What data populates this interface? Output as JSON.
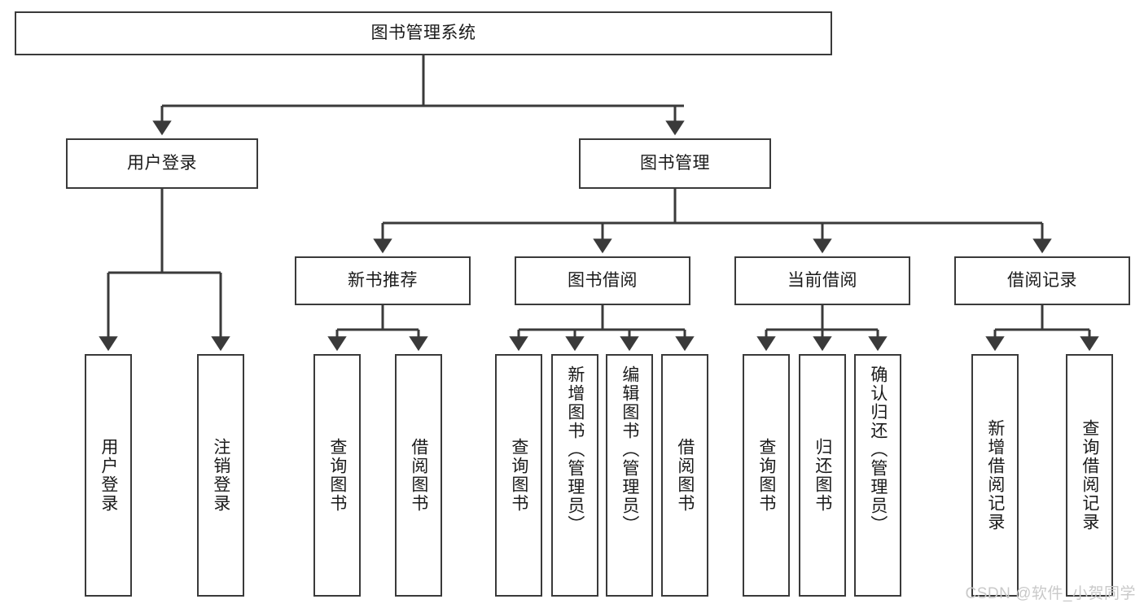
{
  "diagram": {
    "type": "tree",
    "root": {
      "id": "root",
      "label": "图书管理系统"
    },
    "level2": [
      {
        "id": "user-login",
        "label": "用户登录"
      },
      {
        "id": "book-manage",
        "label": "图书管理"
      }
    ],
    "level3": [
      {
        "id": "new-book-rec",
        "label": "新书推荐",
        "parent": "book-manage"
      },
      {
        "id": "book-borrow",
        "label": "图书借阅",
        "parent": "book-manage"
      },
      {
        "id": "current-borrow",
        "label": "当前借阅",
        "parent": "book-manage"
      },
      {
        "id": "borrow-record",
        "label": "借阅记录",
        "parent": "book-manage"
      }
    ],
    "leaves": [
      {
        "id": "leaf-user-login",
        "label": "用户登录",
        "parent": "user-login"
      },
      {
        "id": "leaf-user-logout",
        "label": "注销登录",
        "parent": "user-login"
      },
      {
        "id": "leaf-query-book-1",
        "label": "查询图书",
        "parent": "new-book-rec"
      },
      {
        "id": "leaf-borrow-book-1",
        "label": "借阅图书",
        "parent": "new-book-rec"
      },
      {
        "id": "leaf-query-book-2",
        "label": "查询图书",
        "parent": "book-borrow"
      },
      {
        "id": "leaf-add-book",
        "label": "新增图书（管理员）",
        "parent": "book-borrow"
      },
      {
        "id": "leaf-edit-book",
        "label": "编辑图书（管理员）",
        "parent": "book-borrow"
      },
      {
        "id": "leaf-borrow-book-2",
        "label": "借阅图书",
        "parent": "book-borrow"
      },
      {
        "id": "leaf-query-book-3",
        "label": "查询图书",
        "parent": "current-borrow"
      },
      {
        "id": "leaf-return-book",
        "label": "归还图书",
        "parent": "current-borrow"
      },
      {
        "id": "leaf-confirm-return",
        "label": "确认归还（管理员）",
        "parent": "current-borrow"
      },
      {
        "id": "leaf-add-record",
        "label": "新增借阅记录",
        "parent": "borrow-record"
      },
      {
        "id": "leaf-query-record",
        "label": "查询借阅记录",
        "parent": "borrow-record"
      }
    ],
    "colors": {
      "box_border": "#3a3a3a",
      "box_fill": "#ffffff",
      "connector": "#3a3a3a",
      "text": "#1a1a1a",
      "watermark": "#c9c9c9"
    }
  },
  "watermark": {
    "text": "CSDN @软件_小贺同学"
  }
}
